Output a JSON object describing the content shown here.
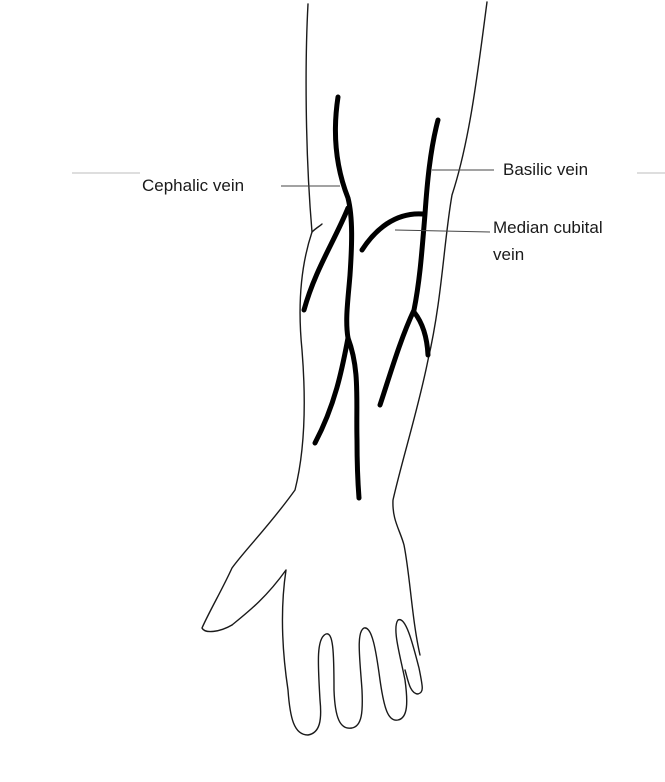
{
  "labels": {
    "cephalic": "Cephalic vein",
    "basilic": "Basilic vein",
    "median_line1": "Median cubital",
    "median_line2": "vein"
  },
  "colors": {
    "vein": "#000000",
    "outline": "#1a1a1a",
    "leader": "#444444"
  }
}
